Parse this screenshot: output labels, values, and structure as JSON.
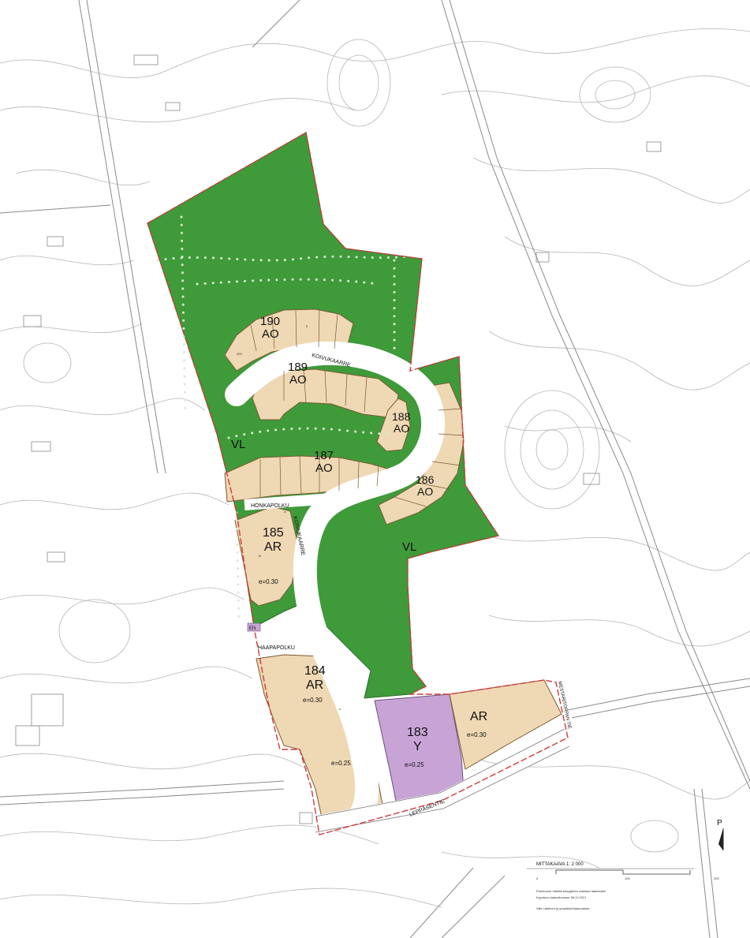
{
  "colors": {
    "park_green": "#3f9a3a",
    "residential_tan": "#efd8b4",
    "public_purple": "#c8a4d6",
    "street_white": "#ffffff",
    "boundary_red": "#d23a3a",
    "base_line_gray": "#9a9a9a"
  },
  "blocks": [
    {
      "id": "b190",
      "number": "190",
      "use": "AO"
    },
    {
      "id": "b189",
      "number": "189",
      "use": "AO"
    },
    {
      "id": "b188",
      "number": "188",
      "use": "AO"
    },
    {
      "id": "b187",
      "number": "187",
      "use": "AO"
    },
    {
      "id": "b186",
      "number": "186",
      "use": "AO"
    },
    {
      "id": "b185",
      "number": "185",
      "use": "AR",
      "efficiency": "e=0.30"
    },
    {
      "id": "b184",
      "number": "184",
      "use": "AR",
      "efficiency": "e=0.30"
    },
    {
      "id": "b183",
      "number": "183",
      "use": "Y",
      "efficiency": "e=0.25"
    },
    {
      "id": "bAR",
      "number": "",
      "use": "AR",
      "efficiency": "e=0.30"
    }
  ],
  "extra_labels": {
    "lower_efficiency": "e=0.25",
    "floor_count": "II",
    "lot_area": "200"
  },
  "park_labels": [
    "VL",
    "VL"
  ],
  "streets": {
    "koivukaarre_top": "KOIVUKAARRE",
    "koivukaarre_side": "KOIVUKAARRE",
    "honkapolku": "HONKAPOLKU",
    "haapapolku": "HAAPAPOLKU",
    "leppasentie": "LEPPÄSENTIE",
    "mestaritie": "MESTARITORPAN TIE"
  },
  "misc_labels": {
    "em": "EN",
    "small_1": "le",
    "small_2": "s",
    "small_3": "a"
  },
  "legend": {
    "title": "MITTAKAAVA 1: 2 000",
    "scale_ticks": [
      "0",
      "100",
      "200"
    ],
    "line1": "Puhutunne härkää keuygiteen taahaan taattusiisti",
    "line2": "Kyyntunn kaavoitosmee 08.11.2021",
    "line3": "Ville Lahtinen ja ympäristöhaaumaiset"
  },
  "north_arrow": {
    "label": "P"
  }
}
